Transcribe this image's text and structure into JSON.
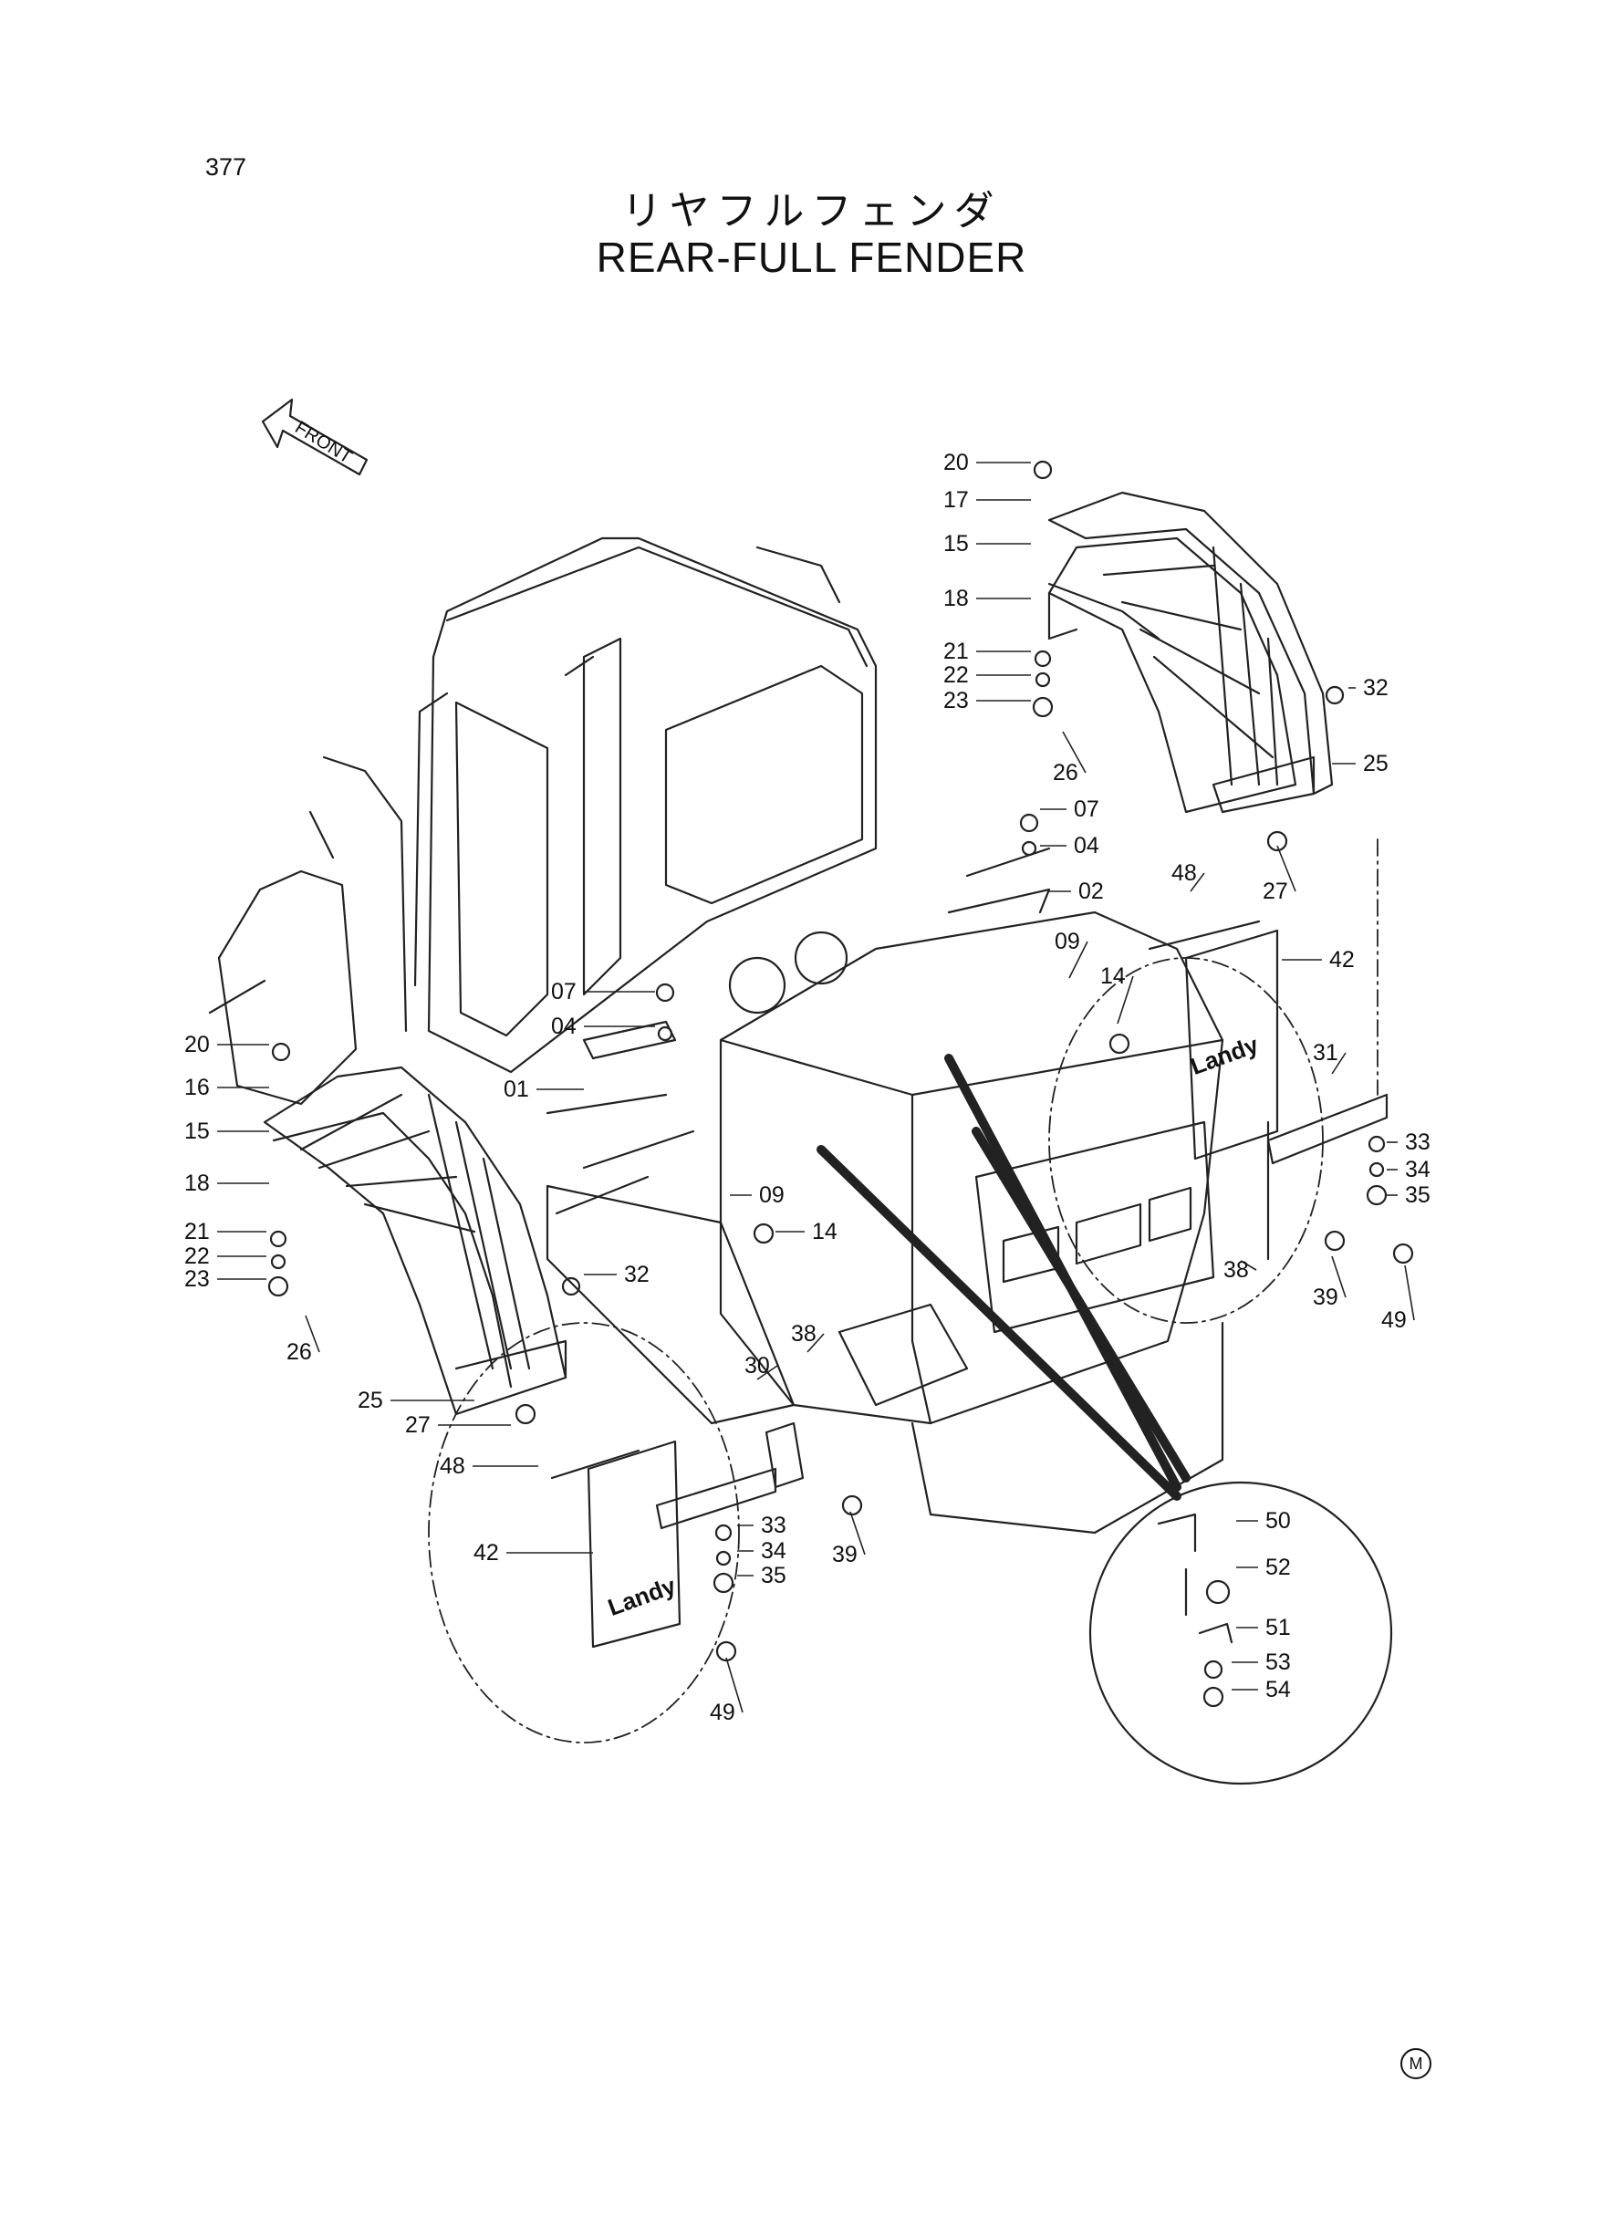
{
  "page_number": "377",
  "title_jp": "リヤフルフェンダ",
  "title_en": "REAR-FULL FENDER",
  "front_arrow_label": "FRONT",
  "brand_text": "Landy",
  "corner_mark": "M",
  "callouts": [
    {
      "id": "c20r",
      "label": "20"
    },
    {
      "id": "c17",
      "label": "17"
    },
    {
      "id": "c15r",
      "label": "15"
    },
    {
      "id": "c18r",
      "label": "18"
    },
    {
      "id": "c21r",
      "label": "21"
    },
    {
      "id": "c22r",
      "label": "22"
    },
    {
      "id": "c23r",
      "label": "23"
    },
    {
      "id": "c26r",
      "label": "26"
    },
    {
      "id": "c32r",
      "label": "32"
    },
    {
      "id": "c25r",
      "label": "25"
    },
    {
      "id": "c27r",
      "label": "27"
    },
    {
      "id": "c07r",
      "label": "07"
    },
    {
      "id": "c04r",
      "label": "04"
    },
    {
      "id": "c02",
      "label": "02"
    },
    {
      "id": "c48r",
      "label": "48"
    },
    {
      "id": "c42r",
      "label": "42"
    },
    {
      "id": "c09r",
      "label": "09"
    },
    {
      "id": "c14r",
      "label": "14"
    },
    {
      "id": "c31",
      "label": "31"
    },
    {
      "id": "c33r",
      "label": "33"
    },
    {
      "id": "c34r",
      "label": "34"
    },
    {
      "id": "c35r",
      "label": "35"
    },
    {
      "id": "c38r",
      "label": "38"
    },
    {
      "id": "c39r",
      "label": "39"
    },
    {
      "id": "c49r",
      "label": "49"
    },
    {
      "id": "c07l",
      "label": "07"
    },
    {
      "id": "c04l",
      "label": "04"
    },
    {
      "id": "c01",
      "label": "01"
    },
    {
      "id": "c20l",
      "label": "20"
    },
    {
      "id": "c16",
      "label": "16"
    },
    {
      "id": "c15l",
      "label": "15"
    },
    {
      "id": "c18l",
      "label": "18"
    },
    {
      "id": "c09l",
      "label": "09"
    },
    {
      "id": "c14l",
      "label": "14"
    },
    {
      "id": "c21l",
      "label": "21"
    },
    {
      "id": "c22l",
      "label": "22"
    },
    {
      "id": "c23l",
      "label": "23"
    },
    {
      "id": "c32l",
      "label": "32"
    },
    {
      "id": "c26l",
      "label": "26"
    },
    {
      "id": "c38l",
      "label": "38"
    },
    {
      "id": "c30",
      "label": "30"
    },
    {
      "id": "c25l",
      "label": "25"
    },
    {
      "id": "c27l",
      "label": "27"
    },
    {
      "id": "c48l",
      "label": "48"
    },
    {
      "id": "c33l",
      "label": "33"
    },
    {
      "id": "c34l",
      "label": "34"
    },
    {
      "id": "c35l",
      "label": "35"
    },
    {
      "id": "c42l",
      "label": "42"
    },
    {
      "id": "c39l",
      "label": "39"
    },
    {
      "id": "c49l",
      "label": "49"
    },
    {
      "id": "c50",
      "label": "50"
    },
    {
      "id": "c52",
      "label": "52"
    },
    {
      "id": "c51",
      "label": "51"
    },
    {
      "id": "c53",
      "label": "53"
    },
    {
      "id": "c54",
      "label": "54"
    }
  ]
}
